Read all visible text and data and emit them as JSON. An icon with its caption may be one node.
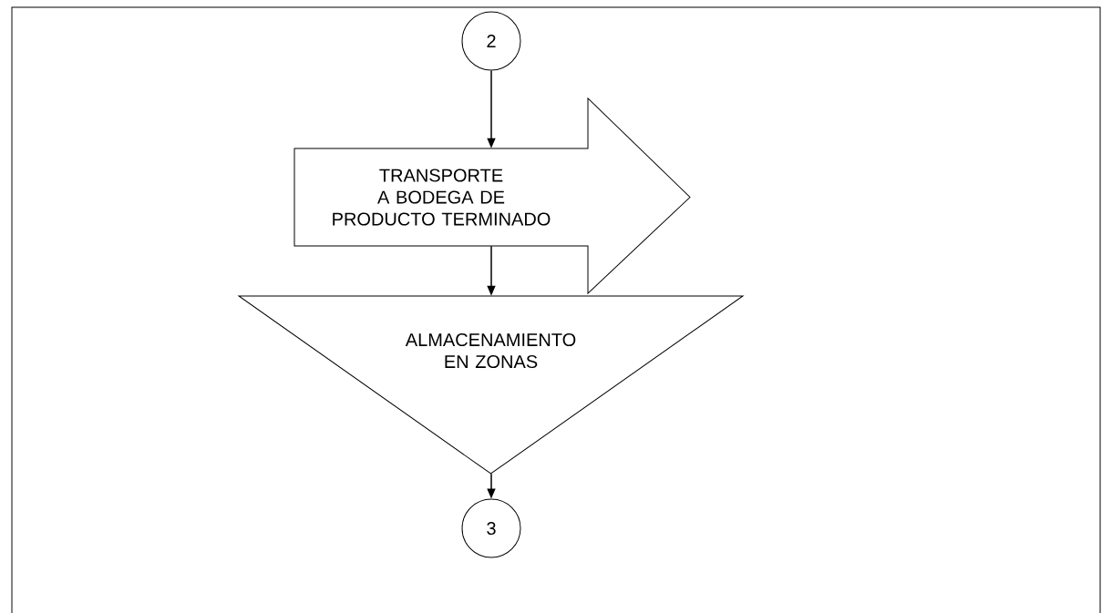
{
  "diagram": {
    "nodes": [
      {
        "text": [
          "2"
        ]
      },
      {
        "text": [
          "TRANSPORTE A BODEGA DE PRODUCTO TERMINADO"
        ]
      },
      {
        "text": [
          "ALMACENAMIENTO EN ZONAS"
        ]
      },
      {
        "text": [
          "3"
        ]
      }
    ],
    "edges": [
      {
        "from": 0,
        "to": 1,
        "arrow": "to"
      },
      {
        "from": 1,
        "to": 2,
        "arrow": "to"
      },
      {
        "from": 2,
        "to": 3,
        "arrow": "to"
      }
    ]
  }
}
